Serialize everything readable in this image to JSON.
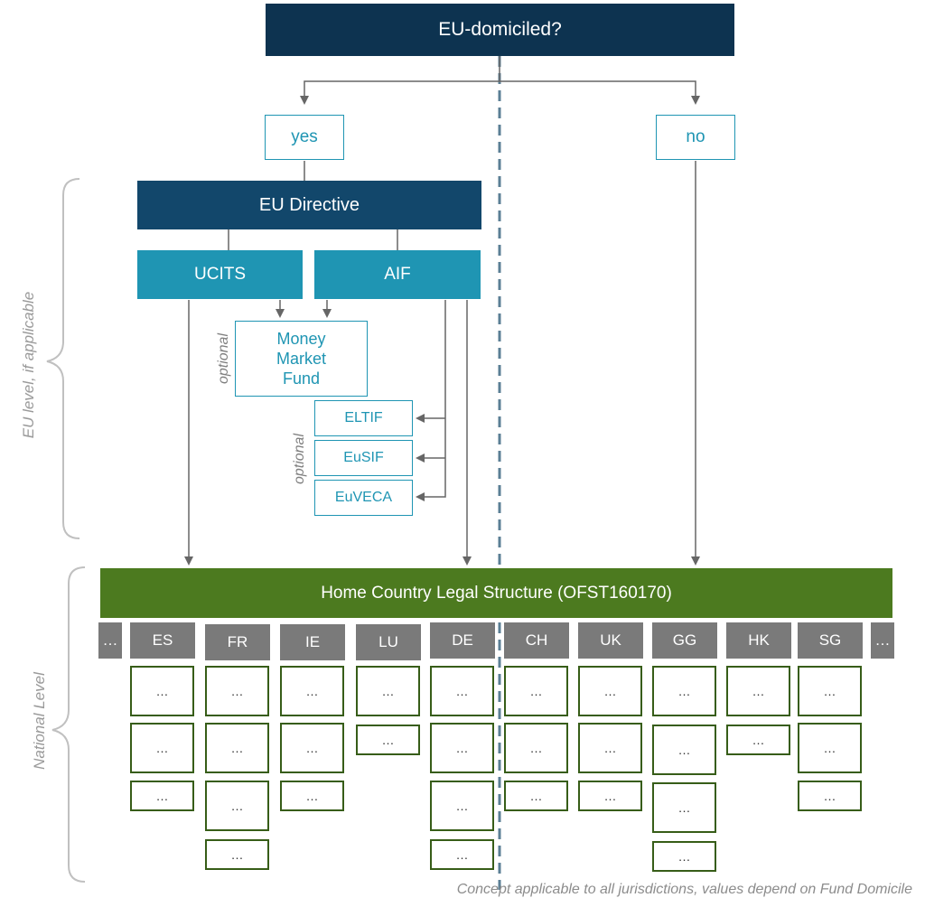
{
  "root": {
    "label": "EU-domiciled?"
  },
  "branches": {
    "yes": "yes",
    "no": "no"
  },
  "eu_directive": {
    "label": "EU Directive"
  },
  "ucits": {
    "label": "UCITS"
  },
  "aif": {
    "label": "AIF"
  },
  "mmf": {
    "line1": "Money",
    "line2": "Market",
    "line3": "Fund"
  },
  "optional_label": "optional",
  "aif_products": [
    "ELTIF",
    "EuSIF",
    "EuVECA"
  ],
  "side_labels": {
    "eu_level": "EU level, if applicable",
    "national_level": "National Level"
  },
  "home_country": {
    "label": "Home Country Legal Structure (OFST160170)"
  },
  "countries": [
    "…",
    "ES",
    "FR",
    "IE",
    "LU",
    "DE",
    "CH",
    "UK",
    "GG",
    "HK",
    "SG",
    "…"
  ],
  "cell_text": "…",
  "cells_per_country": {
    "ES": 3,
    "FR": 4,
    "IE": 3,
    "LU": 2,
    "DE": 4,
    "CH": 3,
    "UK": 3,
    "GG": 4,
    "HK": 2,
    "SG": 3
  },
  "footnote": "Concept applicable to all jurisdictions, values depend on Fund Domicile",
  "colors": {
    "navy": "#0d3350",
    "teal": "#1f95b3",
    "green": "#4c7a1f",
    "gray": "#7a7a7a",
    "arrow": "#666666",
    "divider": "#5b7f95"
  }
}
